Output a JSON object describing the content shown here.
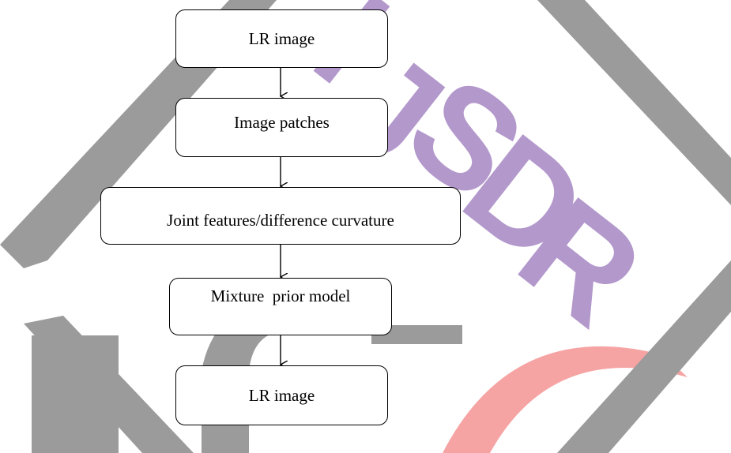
{
  "diagram": {
    "nodes": [
      {
        "id": "lr-image-input",
        "label": "LR image"
      },
      {
        "id": "image-patches",
        "label": "Image patches"
      },
      {
        "id": "joint-features",
        "label": "Joint features/difference curvature"
      },
      {
        "id": "mixture-prior",
        "label": "Mixture  prior model"
      },
      {
        "id": "lr-image-output",
        "label": "LR image"
      }
    ],
    "edges": [
      {
        "from": "lr-image-input",
        "to": "image-patches"
      },
      {
        "from": "image-patches",
        "to": "joint-features"
      },
      {
        "from": "joint-features",
        "to": "mixture-prior"
      },
      {
        "from": "mixture-prior",
        "to": "lr-image-output"
      }
    ]
  },
  "watermark": {
    "letters": [
      "I",
      "J",
      "S",
      "D",
      "R"
    ],
    "letter_color": "#b398cc",
    "diamond_color": "#9b9b9b",
    "arc_color": "#f6a3a3"
  }
}
